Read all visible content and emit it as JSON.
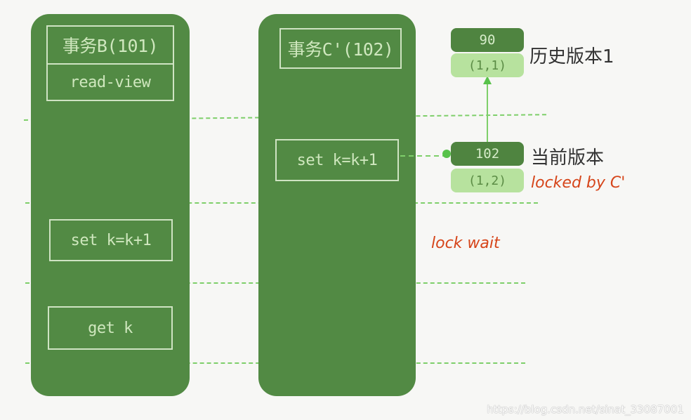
{
  "transaction_b": {
    "title": "事务B(101)",
    "read_view": "read-view",
    "step_set": "set k=k+1",
    "step_get": "get k"
  },
  "transaction_c": {
    "title": "事务C'(102)",
    "step_set": "set k=k+1"
  },
  "history_version": {
    "value": "90",
    "trx": "(1,1)",
    "label": "历史版本1"
  },
  "current_version": {
    "value": "102",
    "trx": "(1,2)",
    "label": "当前版本",
    "lock_note": "locked by C'"
  },
  "lock_wait": "lock wait",
  "watermark": "https://blog.csdn.net/sinat_33087001",
  "colors": {
    "column": "#528a44",
    "dashed": "#7ecf6a",
    "red": "#d6451a"
  }
}
